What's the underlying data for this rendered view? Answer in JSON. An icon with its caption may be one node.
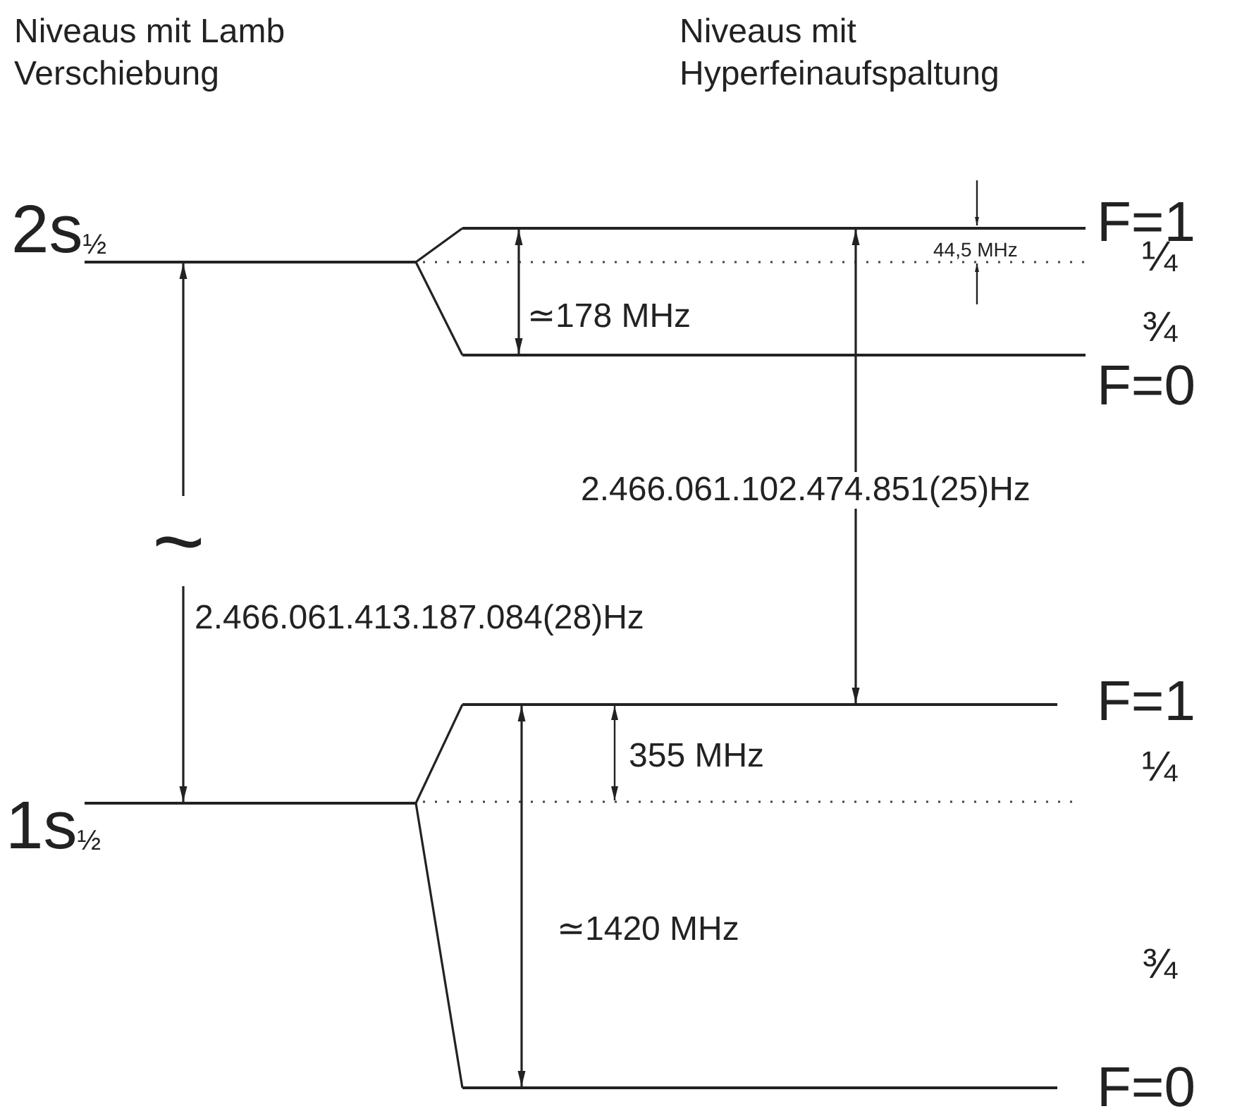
{
  "diagram": {
    "nodes": [
      {
        "text": [],
        "shape": "bar",
        "beside": [
          "2s$_{½}$"
        ]
      },
      {
        "text": [],
        "shape": "bar",
        "beside": [
          "F=1",
          "¼"
        ]
      },
      {
        "text": [],
        "shape": "bar",
        "beside": [
          "F=0",
          "¾"
        ]
      },
      {
        "text": [],
        "shape": "bar",
        "beside": [
          "1s$_{½}$"
        ]
      },
      {
        "text": [],
        "shape": "bar",
        "beside": [
          "F=1",
          "¼"
        ]
      },
      {
        "text": [],
        "shape": "bar",
        "beside": [
          "F=0",
          "¾"
        ]
      }
    ],
    "edges": [
      {
        "from": 0,
        "to": 1,
        "arrow": "none"
      },
      {
        "from": 0,
        "to": 2,
        "arrow": "none"
      },
      {
        "from": 3,
        "to": 4,
        "arrow": "none"
      },
      {
        "from": 3,
        "to": 5,
        "arrow": "none"
      },
      {
        "from": 0,
        "to": 3,
        "arrow": "both",
        "label": "2.466.061.413.187.084(28)Hz"
      },
      {
        "from": 1,
        "to": 4,
        "arrow": "both",
        "label": "2.466.061.102.474.851(25)Hz"
      },
      {
        "from": 1,
        "to": 2,
        "arrow": "both",
        "label": "≃178 MHz"
      },
      {
        "from": 4,
        "to": 5,
        "arrow": "both",
        "label": "≃1420 MHz"
      }
    ],
    "labels": [
      "Niveaus mit Lamb Verschiebung",
      "Niveaus mit Hyperfeinaufspaltung",
      "44,5 MHz",
      "~",
      "355 MHz"
    ]
  }
}
